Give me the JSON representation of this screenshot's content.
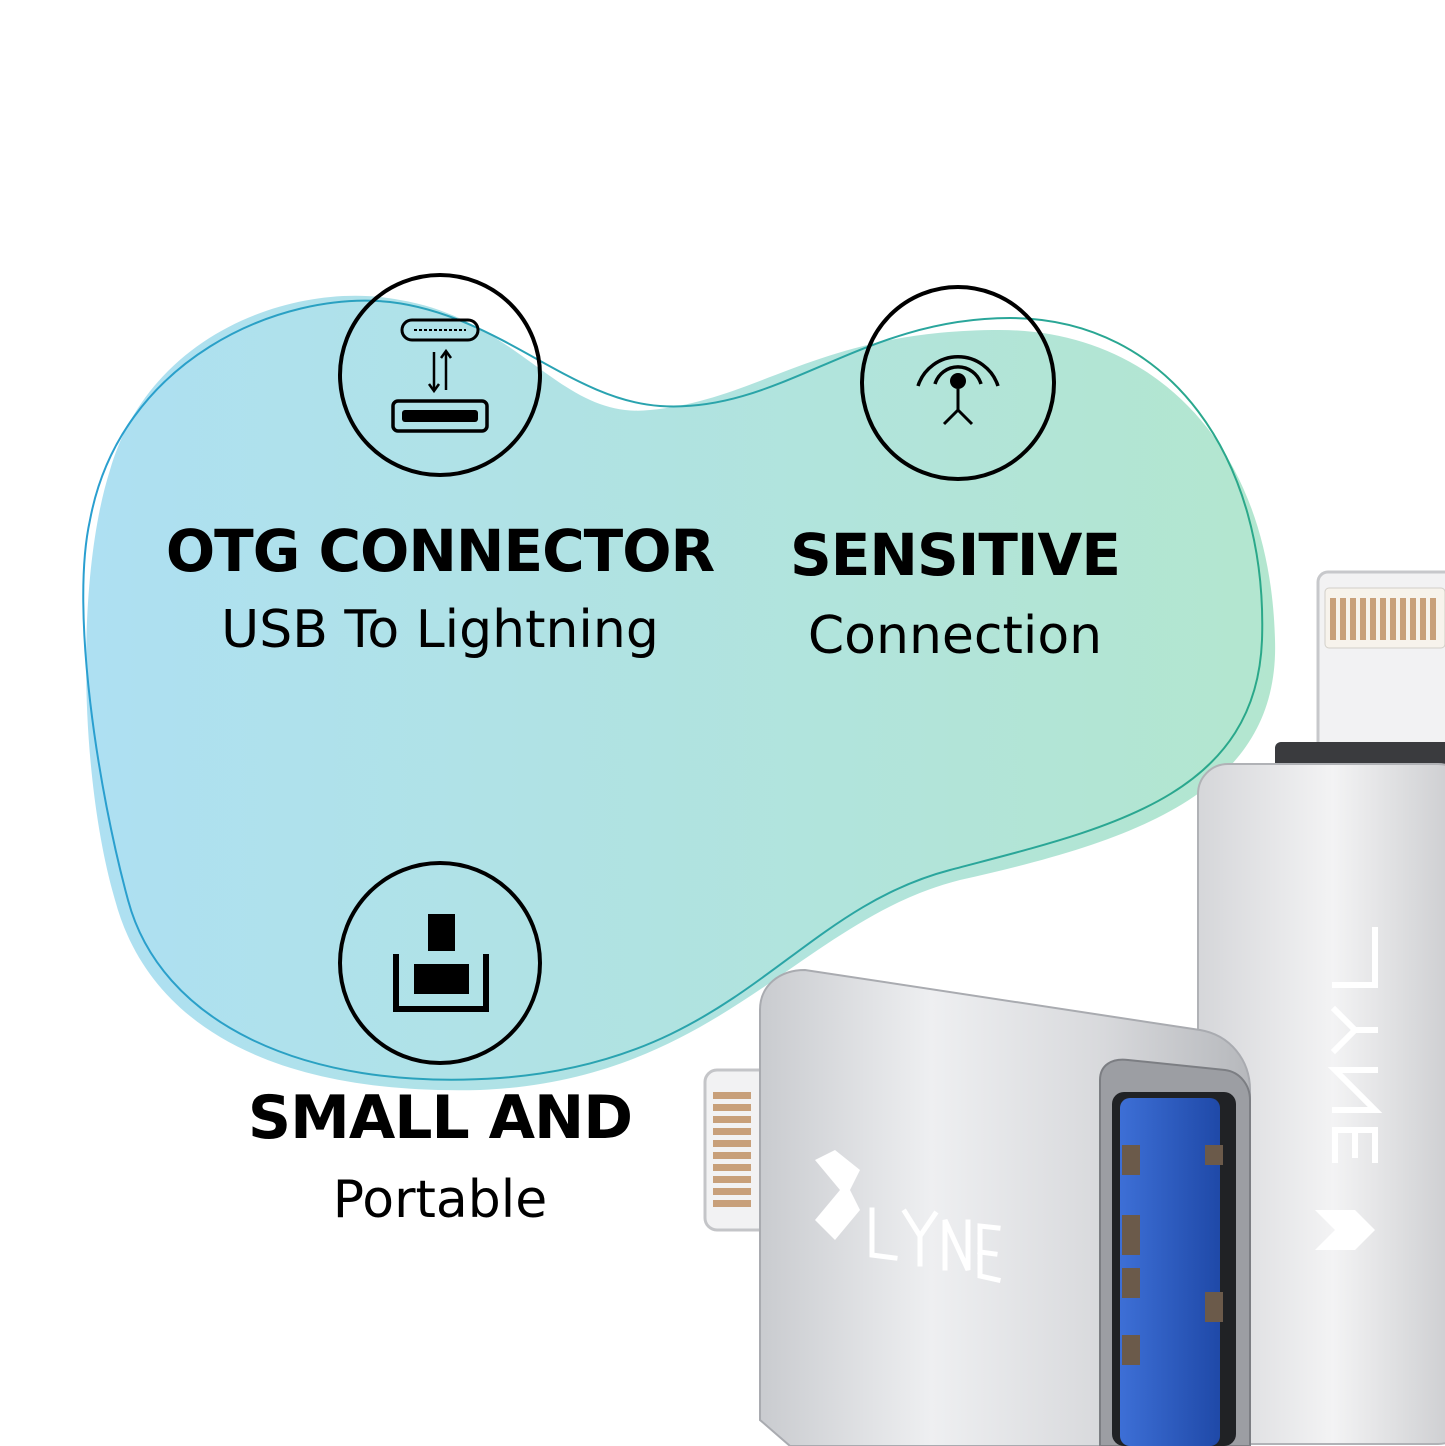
{
  "features": [
    {
      "title": "OTG CONNECTOR",
      "subtitle": "USB To Lightning",
      "icon": "usb-c-to-lightning-icon"
    },
    {
      "title": "SENSITIVE",
      "subtitle": "Connection",
      "icon": "signal-antenna-icon"
    },
    {
      "title": "SMALL AND",
      "subtitle": "Portable",
      "icon": "compact-size-icon"
    }
  ],
  "product": {
    "brand": "LYNE",
    "name": "USB to Lightning OTG adapter"
  },
  "colors": {
    "blob_left": "#aee0f2",
    "blob_right": "#b3e6cf",
    "blob_outline": "#2aa89a",
    "icon_stroke": "#000000",
    "adapter_body": "#e6e7ea",
    "usb_port": "#2f5fc9"
  }
}
